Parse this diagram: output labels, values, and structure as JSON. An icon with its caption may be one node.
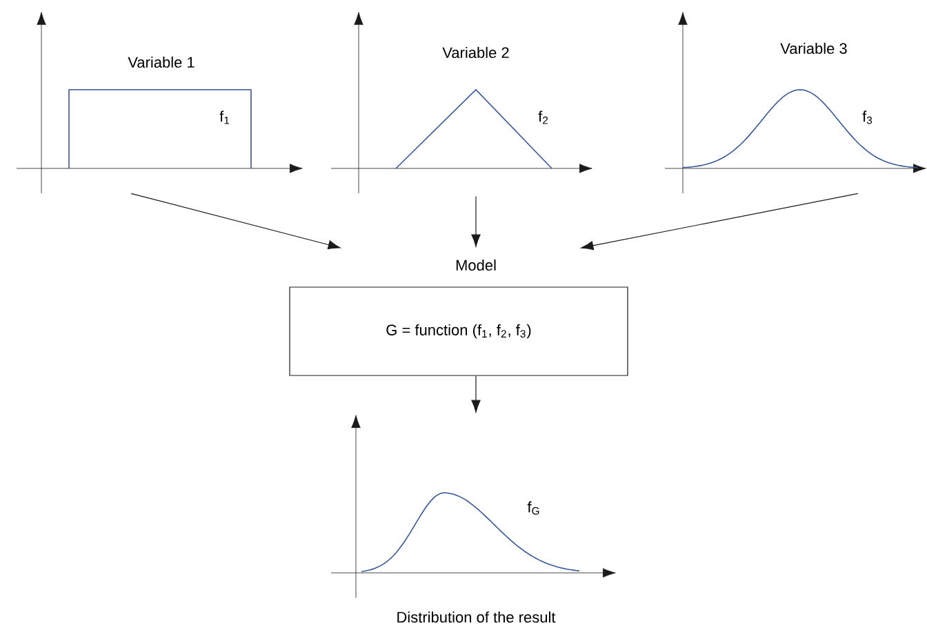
{
  "diagram": {
    "nodes": [
      {
        "text": [
          "Variable 1",
          "f$_{1}$"
        ]
      },
      {
        "text": [
          "Variable 2",
          "f$_{2}$"
        ]
      },
      {
        "text": [
          "Variable 3",
          "f$_{3}$"
        ]
      },
      {
        "text": [
          "Model",
          "G = function (f$_{1}$, f$_{2}$, f$_{3}$)"
        ]
      },
      {
        "text": [
          "f$_{G}$"
        ],
        "beside": [
          "Distribution of the result"
        ]
      }
    ],
    "edges": [
      {
        "from": 0,
        "to": 3,
        "arrow": "to"
      },
      {
        "from": 1,
        "to": 3,
        "arrow": "to"
      },
      {
        "from": 2,
        "to": 3,
        "arrow": "to"
      },
      {
        "from": 3,
        "to": 4,
        "arrow": "to"
      }
    ]
  }
}
